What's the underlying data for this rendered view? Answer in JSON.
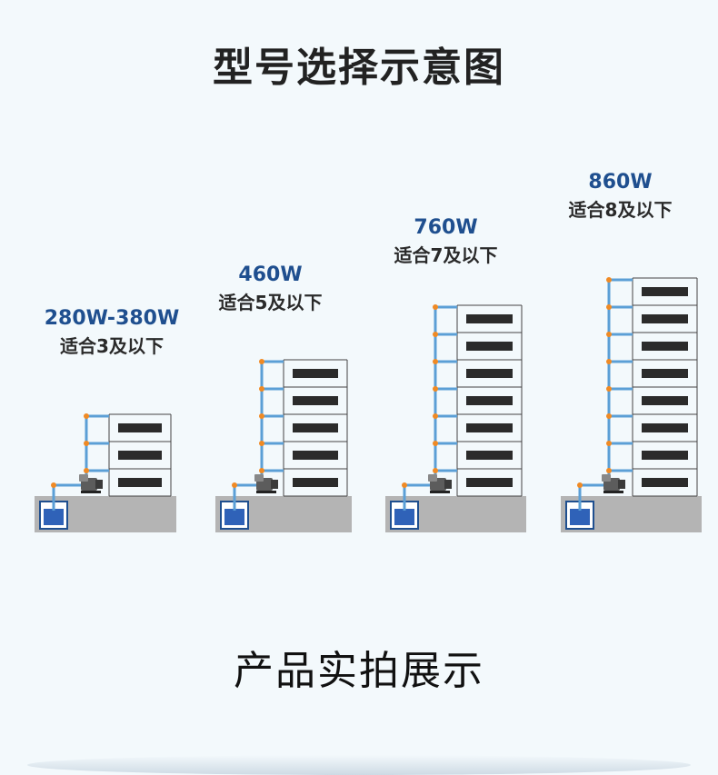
{
  "title": "型号选择示意图",
  "subtitle": "产品实拍展示",
  "models": [
    {
      "watt": "280W-380W",
      "floors_text": "适合3及以下",
      "floors": 3
    },
    {
      "watt": "460W",
      "floors_text": "适合5及以下",
      "floors": 5
    },
    {
      "watt": "760W",
      "floors_text": "适合7及以下",
      "floors": 7
    },
    {
      "watt": "860W",
      "floors_text": "适合8及以下",
      "floors": 8
    }
  ],
  "colors": {
    "pipe": "#5b9fd6",
    "joint": "#f08a24",
    "ground": "#b4b4b4",
    "window": "#2b2b2b",
    "building_line": "#444444",
    "tank_water": "#2f62b8",
    "tank_border": "#1f4f8f"
  }
}
